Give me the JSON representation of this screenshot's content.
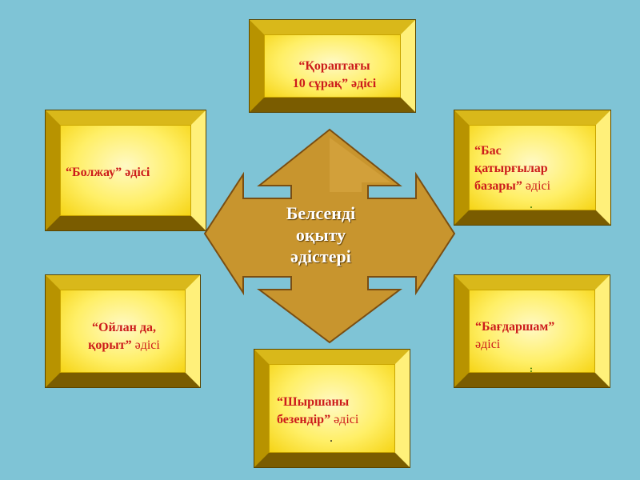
{
  "center": {
    "line1": "Белсенді",
    "line2": "оқыту",
    "line3": "әдістері"
  },
  "boxes": {
    "top": {
      "line1": "“Қораптағы",
      "line2": "10 сұрақ”  әдісі"
    },
    "left_top": {
      "line1": "“Болжау” әдісі"
    },
    "right_top": {
      "line1": "“Бас",
      "line2": "қатырғылар",
      "line3a": "базары”",
      "line3b": " әдісі"
    },
    "left_bottom": {
      "line1": "“Ойлан да,",
      "line2a": "қорыт”",
      "line2b": " әдісі"
    },
    "right_bottom": {
      "line1": "“Бағдаршам”",
      "line2": "әдісі"
    },
    "bottom": {
      "line1": "“Шыршаны",
      "line2a": "безендір”",
      "line2b": " әдісі"
    }
  },
  "colors": {
    "background": "#7fc4d6",
    "arrow_fill": "#c8952e",
    "arrow_stroke": "#7a4e12",
    "box_face": "#ffef66",
    "label_text": "#cc1b1b",
    "center_text": "#ffffff"
  }
}
